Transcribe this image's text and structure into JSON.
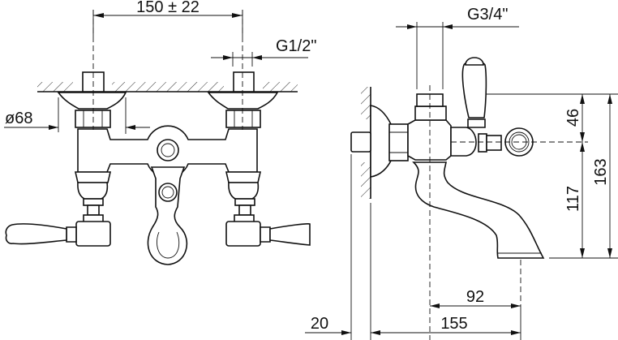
{
  "title": "Bath mixer technical drawing",
  "front_view": {
    "dim_centers": "150 ± 22",
    "dim_inlet_thread": "G1/2\"",
    "dim_flange_diameter": "ø68"
  },
  "side_view": {
    "dim_outlet_thread": "G3/4\"",
    "dim_handle_height": "46",
    "dim_spout_height": "117",
    "dim_total_height": "163",
    "dim_spout_reach_axis": "92",
    "dim_spout_reach": "155",
    "dim_wall_offset": "20"
  }
}
